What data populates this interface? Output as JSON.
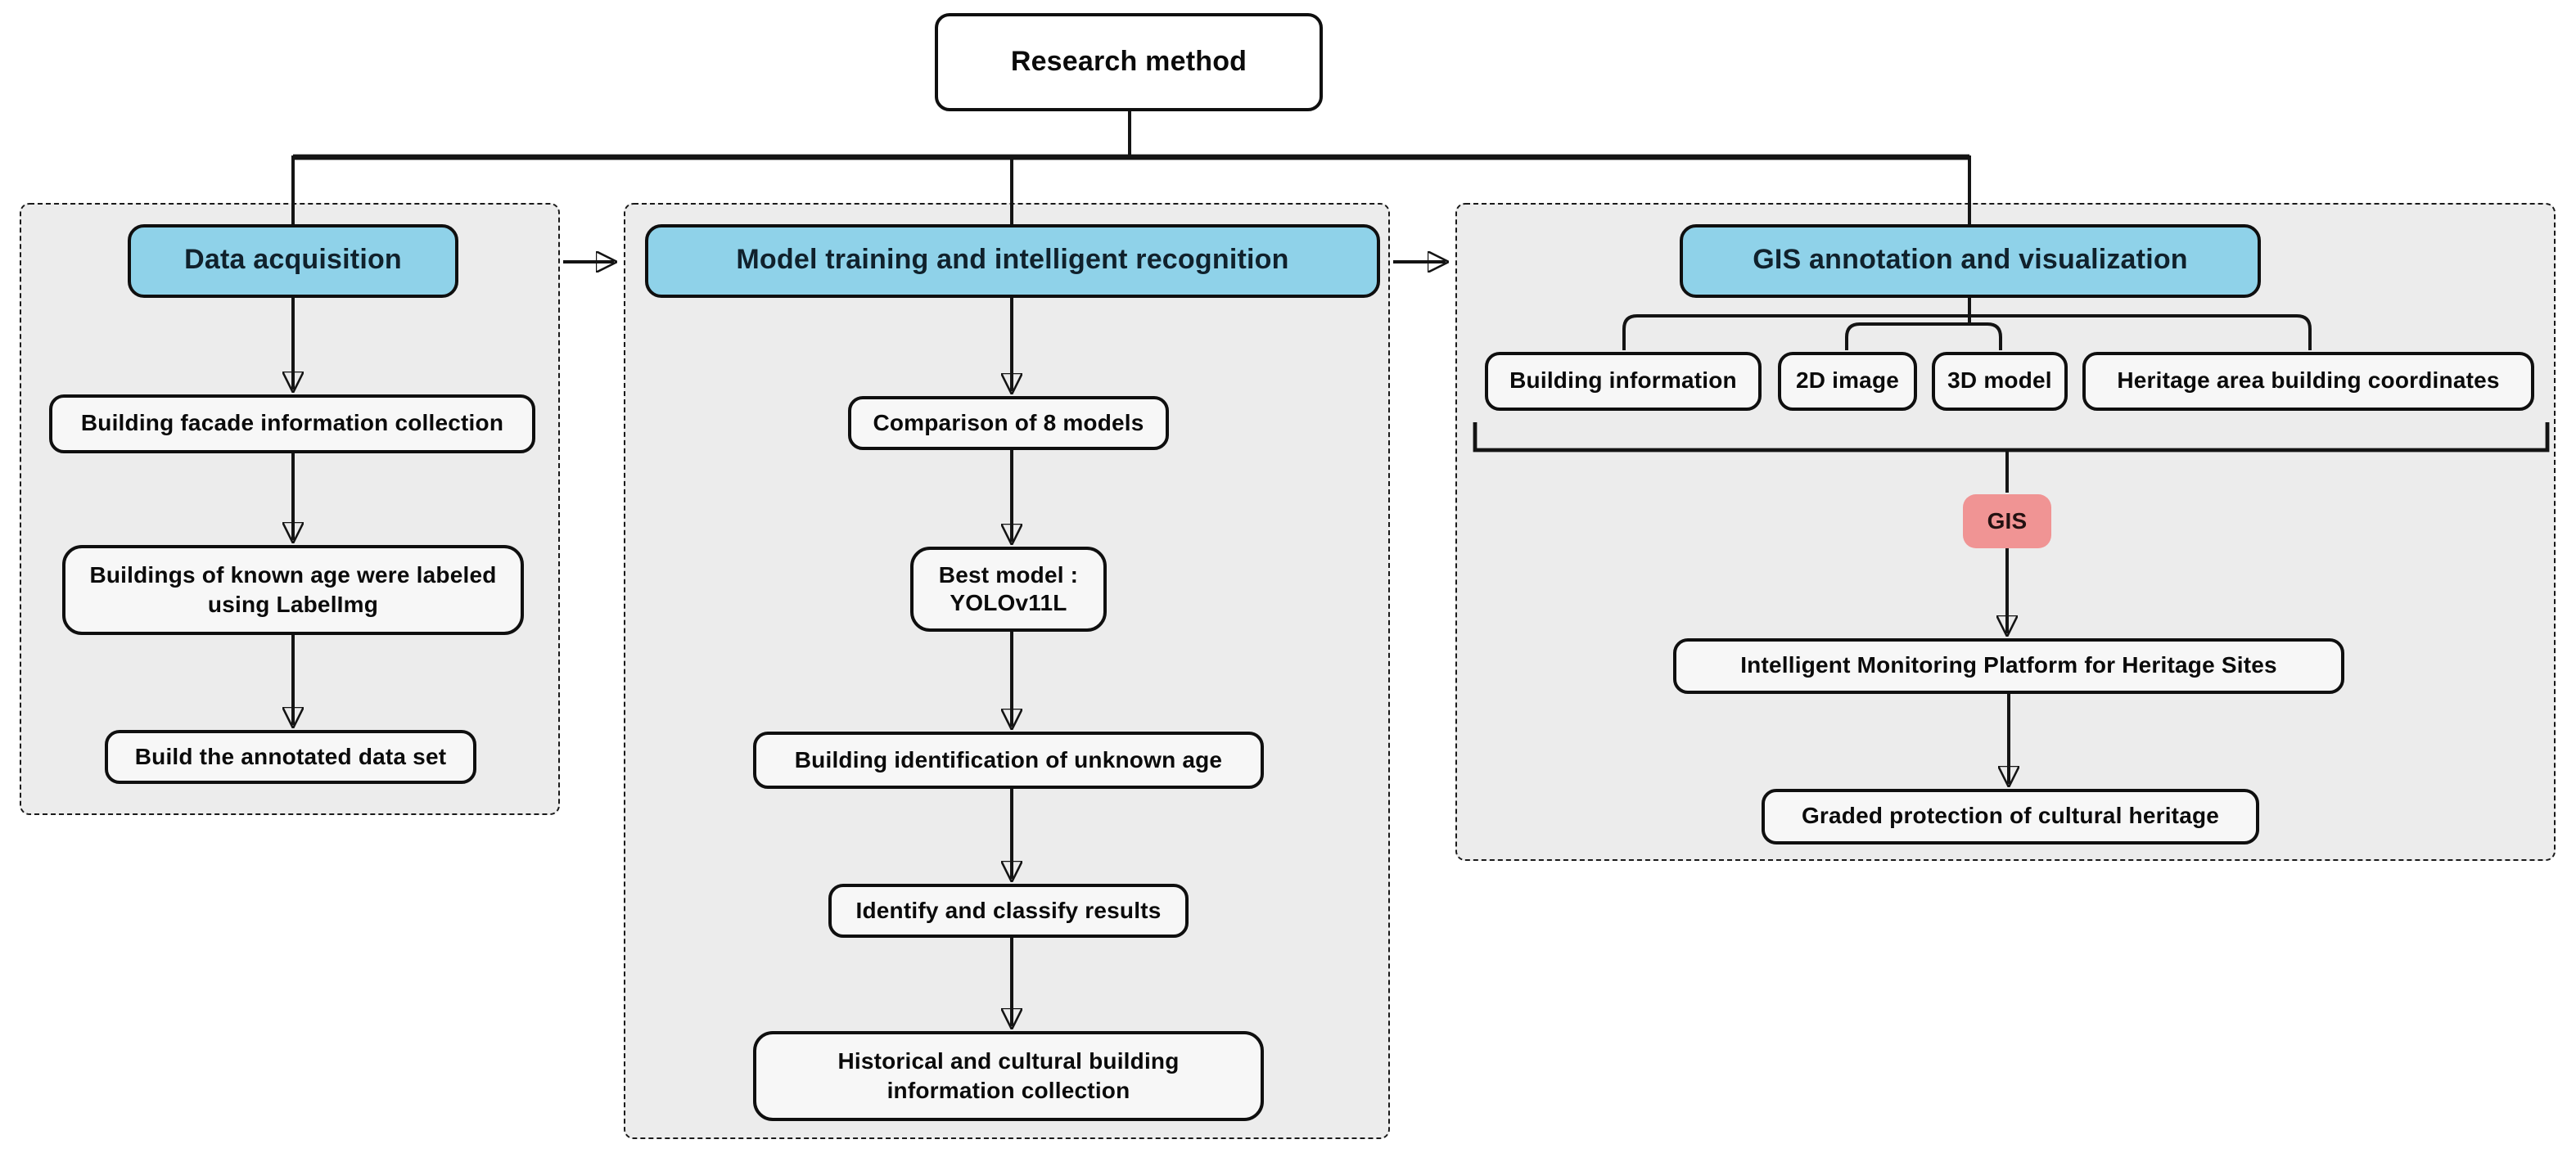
{
  "figure": {
    "type": "flowchart",
    "title": "Research method"
  },
  "root": {
    "label": "Research method"
  },
  "panels": {
    "data_acquisition": {
      "header": "Data acquisition",
      "steps": [
        "Building facade information collection",
        "Buildings of known age were labeled\nusing LabelImg",
        "Build the annotated data set"
      ]
    },
    "model_training": {
      "header": "Model training and intelligent recognition",
      "steps": [
        "Comparison of 8 models",
        "Best model :\nYOLOv11L",
        "Building identification of unknown age",
        "Identify and classify results",
        "Historical and cultural building\ninformation collection"
      ]
    },
    "gis": {
      "header": "GIS annotation and visualization",
      "inputs": [
        "Building information",
        "2D image",
        "3D model",
        "Heritage area building coordinates"
      ],
      "gis_label": "GIS",
      "steps": [
        "Intelligent Monitoring Platform for Heritage Sites",
        "Graded protection of cultural heritage"
      ]
    }
  },
  "colors": {
    "header_blue": "#8fd2e9",
    "gis_red": "#f09494",
    "panel_bg": "#ececec",
    "box_bg": "#f7f7f7",
    "line": "#141414"
  }
}
